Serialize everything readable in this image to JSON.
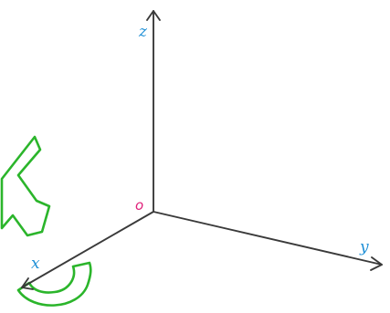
{
  "diagram": {
    "axes": {
      "z": {
        "label": "z"
      },
      "x": {
        "label": "x"
      },
      "y": {
        "label": "y"
      }
    },
    "origin": {
      "label": "o"
    },
    "colors": {
      "axis": "#3a3a3a",
      "axis_label": "#1e8fd6",
      "origin_label": "#e0207a",
      "rotation_hint": "#2bb52b"
    },
    "rotation_hint": {
      "icon": "curved-rotation-arrow-icon",
      "about_axis": "x"
    }
  }
}
